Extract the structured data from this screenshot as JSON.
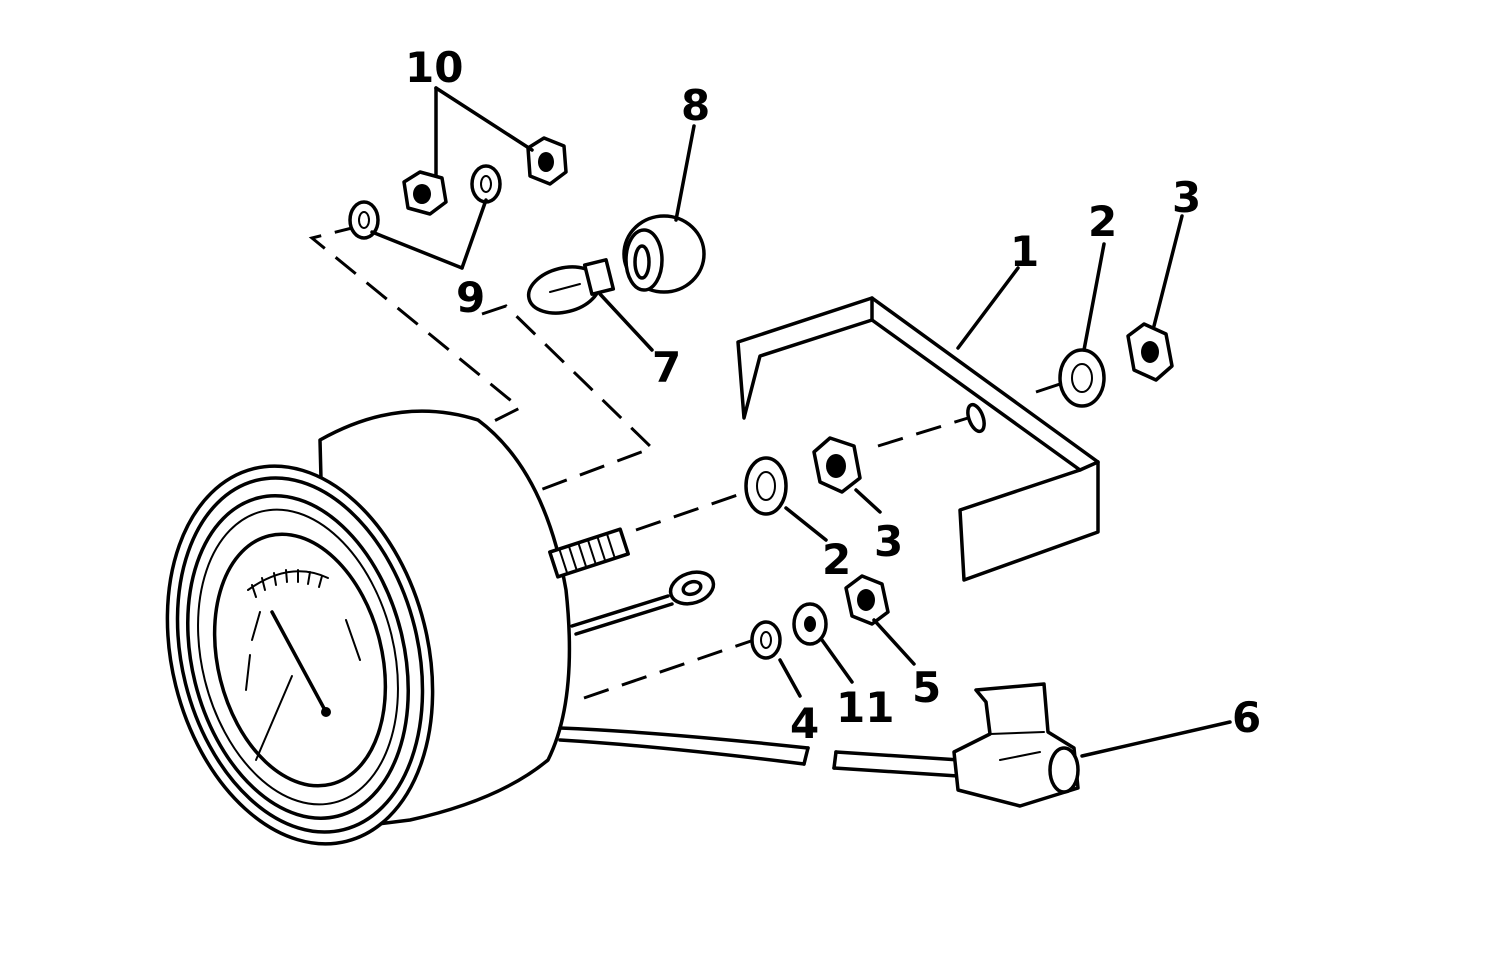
{
  "callouts": {
    "c1": "1",
    "c2a": "2",
    "c2b": "2",
    "c3a": "3",
    "c3b": "3",
    "c4": "4",
    "c5": "5",
    "c6": "6",
    "c7": "7",
    "c8": "8",
    "c9": "9",
    "c10": "10",
    "c11": "11"
  }
}
